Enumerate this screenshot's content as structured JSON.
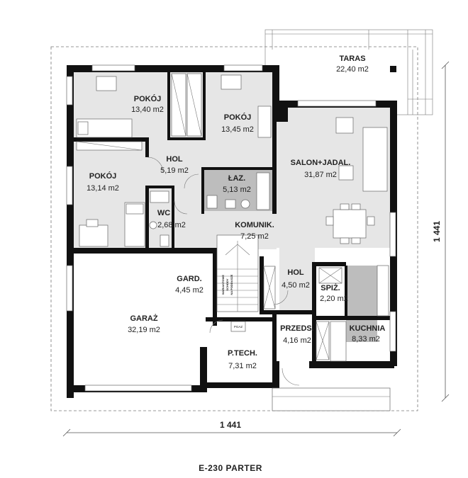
{
  "caption": "E-230 PARTER",
  "dimensions": {
    "width_label": "1 441",
    "height_label": "1 441"
  },
  "stairs_note": [
    "WARIANTOWE",
    "SCHODY",
    "NA PODDASZE"
  ],
  "appliance_label": "PGAZ",
  "rooms": [
    {
      "id": "taras",
      "name": "TARAS",
      "area": "22,40 m2"
    },
    {
      "id": "pokoj1",
      "name": "POKÓJ",
      "area": "13,40 m2"
    },
    {
      "id": "pokoj2",
      "name": "POKÓJ",
      "area": "13,45 m2"
    },
    {
      "id": "salon",
      "name": "SALON+JADAL.",
      "area": "31,87 m2"
    },
    {
      "id": "hol1",
      "name": "HOL",
      "area": "5,19 m2"
    },
    {
      "id": "pokoj3",
      "name": "POKÓJ",
      "area": "13,14 m2"
    },
    {
      "id": "lazienka",
      "name": "ŁAZ.",
      "area": "5,13 m2"
    },
    {
      "id": "wc",
      "name": "WC",
      "area": "2,68 m2"
    },
    {
      "id": "komunik",
      "name": "KOMUNIK.",
      "area": "7,25 m2"
    },
    {
      "id": "gard",
      "name": "GARD.",
      "area": "4,45 m2"
    },
    {
      "id": "hol2",
      "name": "HOL",
      "area": "4,50 m2"
    },
    {
      "id": "spiz",
      "name": "SPIŻ.",
      "area": "2,20 m2"
    },
    {
      "id": "garaz",
      "name": "GARAŻ",
      "area": "32,19 m2"
    },
    {
      "id": "przeds",
      "name": "PRZEDS.",
      "area": "4,16 m2"
    },
    {
      "id": "kuchnia",
      "name": "KUCHNIA",
      "area": "8,33 m2"
    },
    {
      "id": "ptech",
      "name": "P.TECH.",
      "area": "7,31 m2"
    }
  ]
}
